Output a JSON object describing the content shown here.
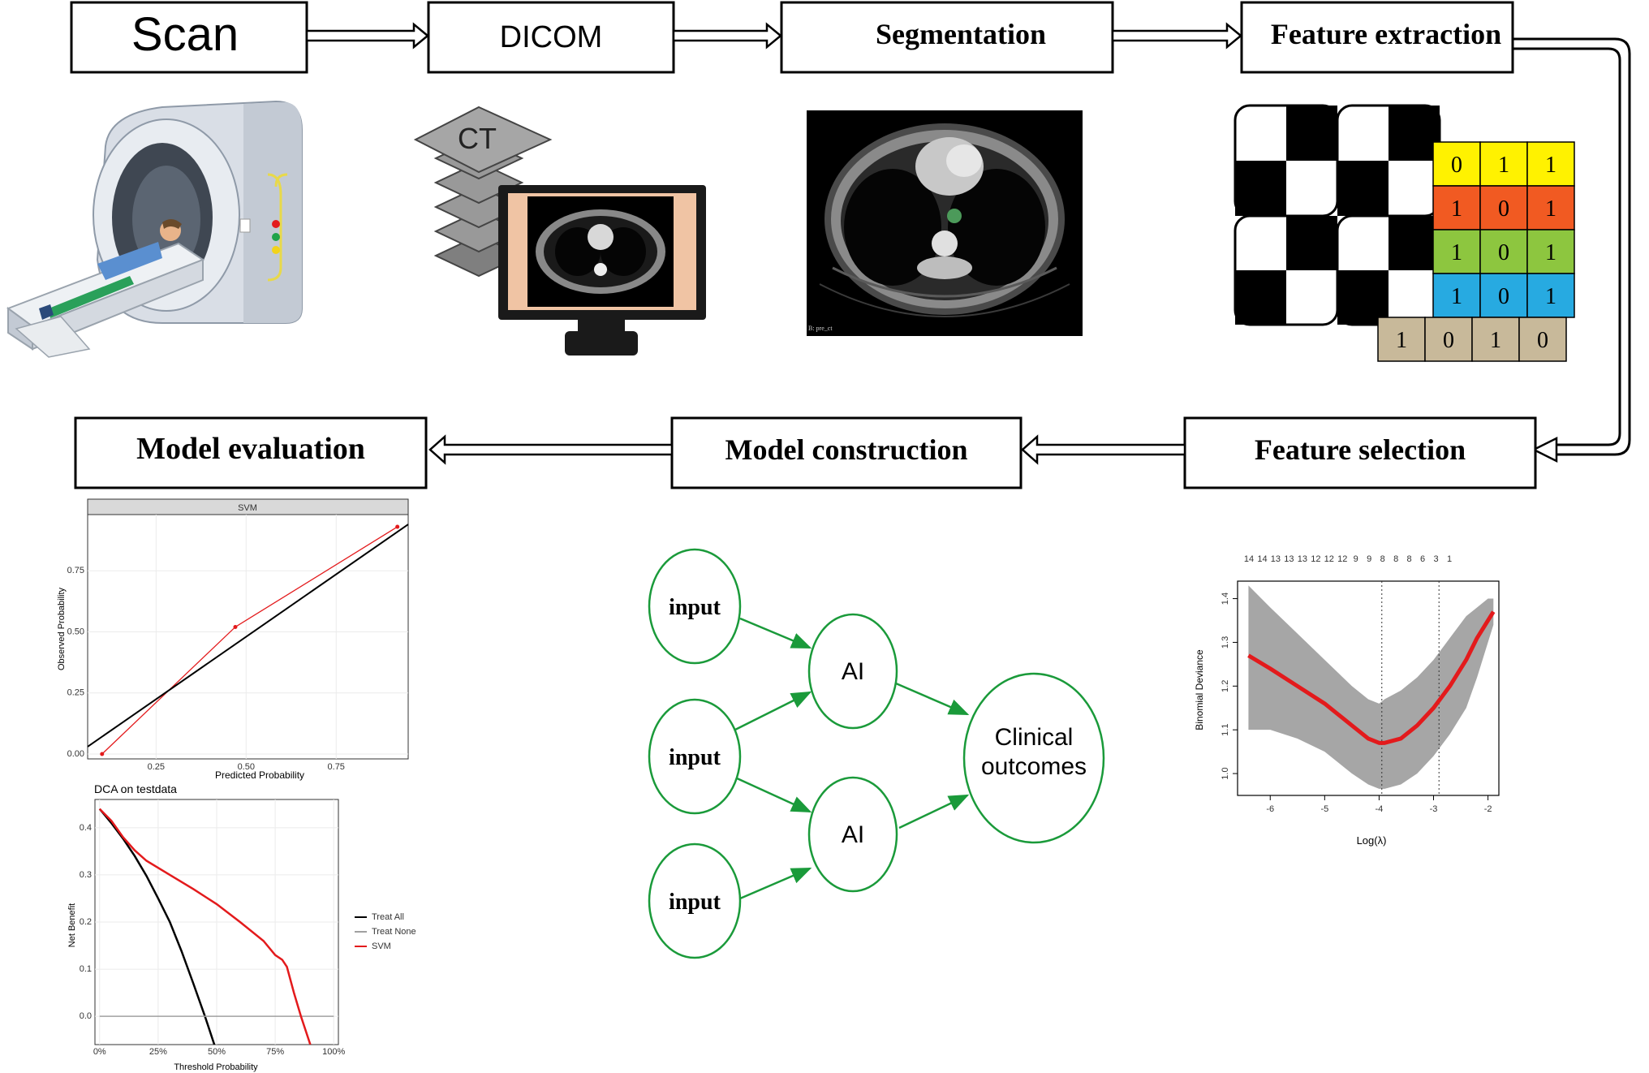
{
  "steps": {
    "scan": "Scan",
    "dicom": "DICOM",
    "segmentation": "Segmentation",
    "feature_extraction": "Feature extraction",
    "feature_selection": "Feature selection",
    "model_construction": "Model construction",
    "model_evaluation": "Model evaluation"
  },
  "dicom_illustration": {
    "stack_label": "CT"
  },
  "ct_image": {
    "caption": "B: pre_ct"
  },
  "feature_matrix": {
    "rows": [
      {
        "values": [
          "0",
          "1",
          "1"
        ],
        "color": "#fff200"
      },
      {
        "values": [
          "1",
          "0",
          "1"
        ],
        "color": "#f15a22"
      },
      {
        "values": [
          "1",
          "0",
          "1"
        ],
        "color": "#8dc63f"
      },
      {
        "values": [
          "1",
          "0",
          "1"
        ],
        "color": "#27aae1"
      },
      {
        "values": [
          "1",
          "0",
          "1",
          "0"
        ],
        "color": "#c8b99a"
      }
    ]
  },
  "network": {
    "inputs": [
      "input",
      "input",
      "input"
    ],
    "hidden": [
      "AI",
      "AI"
    ],
    "output": "Clinical outcomes"
  },
  "colors": {
    "network_green": "#1a9a3a",
    "svm_red": "#e31a1c",
    "band_gray": "#a6a6a6"
  },
  "chart_data": [
    {
      "type": "line",
      "title": "",
      "panel_label": "SVM",
      "xlabel": "Predicted  Probability",
      "ylabel": "Observed  Probability",
      "xlim": [
        0.06,
        0.95
      ],
      "ylim": [
        -0.02,
        0.98
      ],
      "x_ticks": [
        "0.25",
        "0.50",
        "0.75"
      ],
      "y_ticks": [
        "0.00",
        "0.25",
        "0.50",
        "0.75"
      ],
      "grid": true,
      "series": [
        {
          "name": "",
          "x": [
            0.1,
            0.47,
            0.92
          ],
          "y": [
            0.0,
            0.52,
            0.93
          ],
          "color": "#e31a1c"
        },
        {
          "name": "",
          "x": [
            0.06,
            0.95
          ],
          "y": [
            0.03,
            0.94
          ],
          "color": "#000000"
        }
      ]
    },
    {
      "type": "line",
      "title": "DCA on testdata",
      "xlabel": "Threshold Probability",
      "ylabel": "Net Benefit",
      "xlim": [
        -0.02,
        1.02
      ],
      "ylim": [
        -0.06,
        0.46
      ],
      "x_ticks": [
        "0%",
        "25%",
        "50%",
        "75%",
        "100%"
      ],
      "y_ticks": [
        "0.0",
        "0.1",
        "0.2",
        "0.3",
        "0.4"
      ],
      "grid": true,
      "legend_position": "right",
      "series": [
        {
          "name": "Treat All",
          "x": [
            0,
            0.05,
            0.1,
            0.15,
            0.2,
            0.25,
            0.3,
            0.35,
            0.4,
            0.45,
            0.49
          ],
          "y": [
            0.44,
            0.41,
            0.377,
            0.34,
            0.298,
            0.25,
            0.2,
            0.138,
            0.07,
            0.0,
            -0.06
          ],
          "color": "#000000"
        },
        {
          "name": "Treat None",
          "x": [
            0,
            1
          ],
          "y": [
            0,
            0
          ],
          "color": "#a0a0a0"
        },
        {
          "name": "SVM",
          "x": [
            0,
            0.05,
            0.1,
            0.15,
            0.2,
            0.3,
            0.4,
            0.5,
            0.6,
            0.7,
            0.75,
            0.78,
            0.8,
            0.83,
            0.86,
            0.88,
            0.9
          ],
          "y": [
            0.44,
            0.415,
            0.38,
            0.352,
            0.33,
            0.3,
            0.27,
            0.238,
            0.2,
            0.16,
            0.13,
            0.12,
            0.105,
            0.05,
            0.0,
            -0.03,
            -0.06
          ],
          "color": "#e31a1c"
        }
      ]
    },
    {
      "type": "line",
      "title": "",
      "xlabel": "Log(λ)",
      "ylabel": "Binomial Deviance",
      "xlim": [
        -6.6,
        -1.8
      ],
      "ylim": [
        0.95,
        1.44
      ],
      "x_ticks": [
        "-6",
        "-5",
        "-4",
        "-3",
        "-2"
      ],
      "y_ticks": [
        "1.0",
        "1.1",
        "1.2",
        "1.3",
        "1.4"
      ],
      "top_ticks": [
        "14",
        "14",
        "13",
        "13",
        "13",
        "12",
        "12",
        "12",
        "9",
        "9",
        "8",
        "8",
        "8",
        "6",
        "3",
        "1"
      ],
      "vlines": [
        -3.95,
        -2.9
      ],
      "series": [
        {
          "name": "",
          "x": [
            -6.4,
            -6.0,
            -5.5,
            -5.0,
            -4.5,
            -4.2,
            -4.0,
            -3.9,
            -3.6,
            -3.3,
            -3.0,
            -2.7,
            -2.4,
            -2.2,
            -2.0,
            -1.9
          ],
          "y": [
            1.27,
            1.24,
            1.2,
            1.16,
            1.11,
            1.08,
            1.07,
            1.07,
            1.08,
            1.11,
            1.15,
            1.2,
            1.26,
            1.31,
            1.35,
            1.37
          ],
          "color": "#e31a1c"
        }
      ],
      "band": {
        "x": [
          -6.4,
          -6.0,
          -5.5,
          -5.0,
          -4.5,
          -4.2,
          -4.0,
          -3.9,
          -3.6,
          -3.3,
          -3.0,
          -2.7,
          -2.4,
          -2.2,
          -2.0,
          -1.9
        ],
        "upper": [
          1.43,
          1.38,
          1.32,
          1.26,
          1.2,
          1.17,
          1.16,
          1.17,
          1.19,
          1.22,
          1.26,
          1.31,
          1.36,
          1.38,
          1.4,
          1.4
        ],
        "lower": [
          1.1,
          1.1,
          1.08,
          1.05,
          1.0,
          0.975,
          0.965,
          0.965,
          0.975,
          1.0,
          1.04,
          1.09,
          1.15,
          1.22,
          1.3,
          1.34
        ]
      }
    }
  ]
}
